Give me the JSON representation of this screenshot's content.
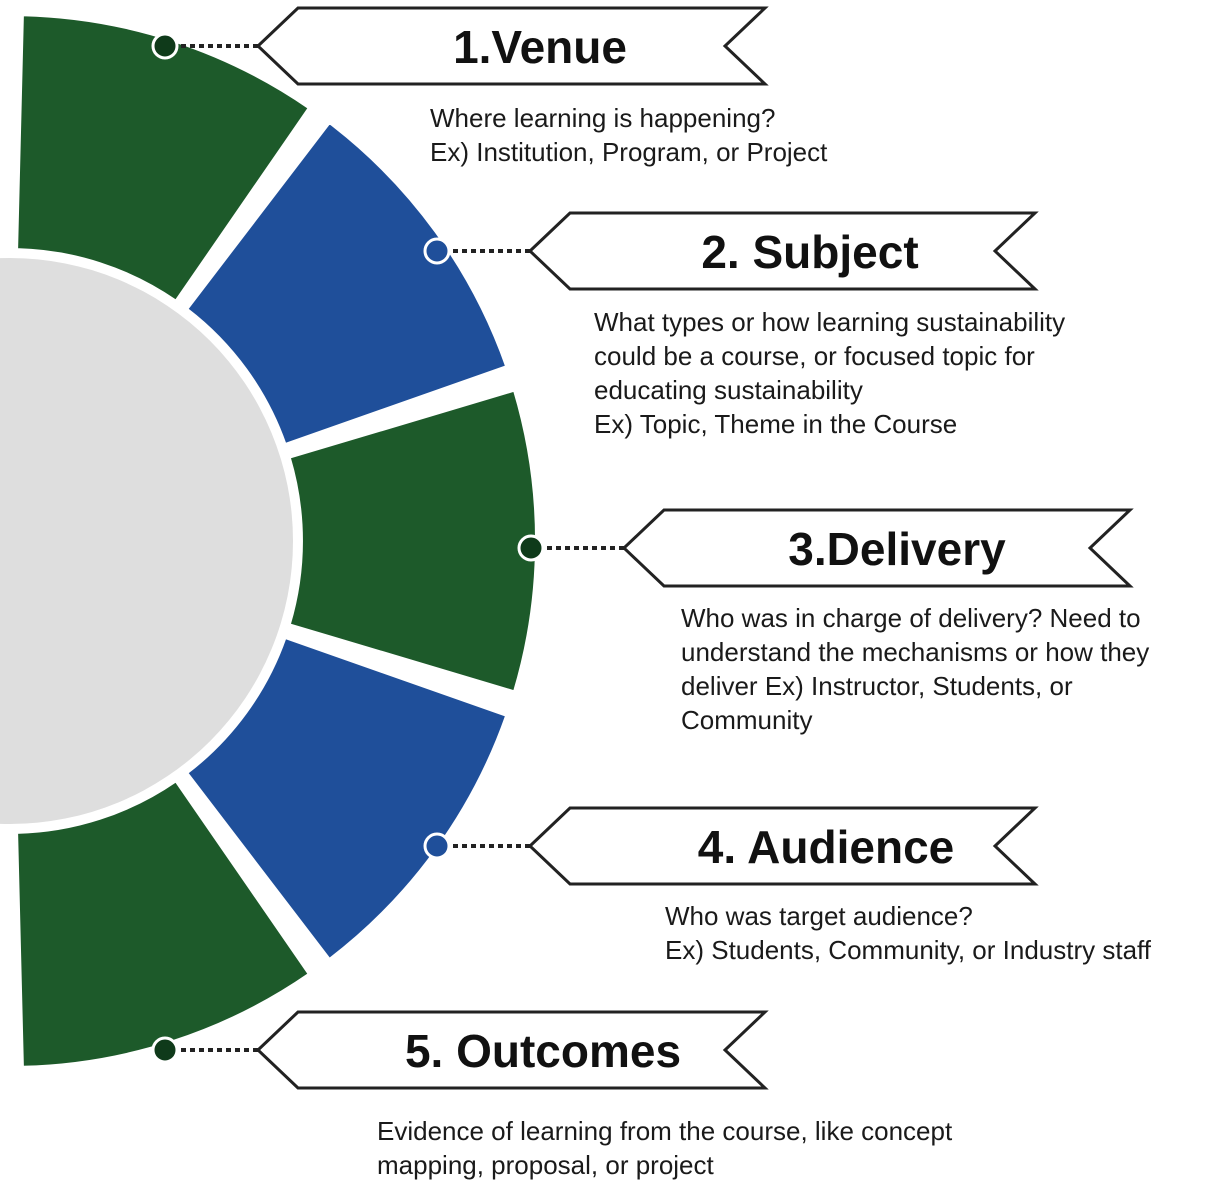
{
  "colors": {
    "green": "#1d5a2a",
    "blue": "#1f4f9a",
    "core": "#dedede",
    "dot_green": "#0f3a1a",
    "dot_blue": "#1f4f9a"
  },
  "steps": [
    {
      "title": "1.Venue",
      "segment_color": "green",
      "lines": [
        "Where learning is happening?",
        "Ex) Institution, Program, or Project"
      ]
    },
    {
      "title": "2. Subject",
      "segment_color": "blue",
      "lines": [
        "What types or how learning sustainability",
        "could be a course, or focused topic for",
        "educating sustainability",
        "Ex) Topic, Theme in the Course"
      ]
    },
    {
      "title": "3.Delivery",
      "segment_color": "green",
      "lines": [
        "Who was in charge of delivery? Need to",
        "understand the mechanisms or how they",
        "deliver Ex) Instructor, Students, or",
        "Community"
      ]
    },
    {
      "title": "4. Audience",
      "segment_color": "blue",
      "lines": [
        "Who was target audience?",
        "Ex) Students, Community, or Industry staff"
      ]
    },
    {
      "title": "5. Outcomes",
      "segment_color": "green",
      "lines": [
        "Evidence of learning from the course, like concept",
        "mapping, proposal, or project"
      ]
    }
  ]
}
